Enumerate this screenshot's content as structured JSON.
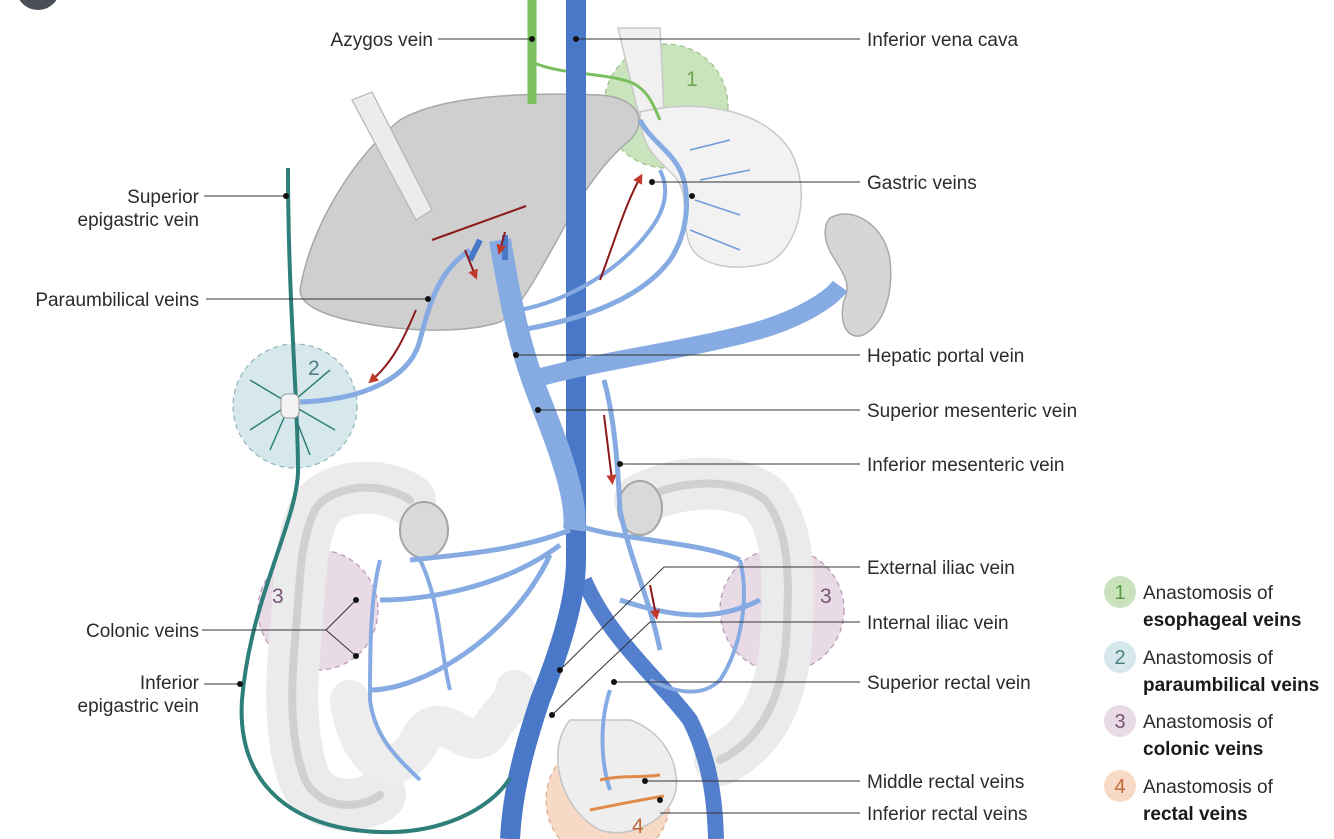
{
  "colors": {
    "vein_dark": "#4a78c9",
    "vein_light": "#86abe3",
    "vein_outline": "#3b66b8",
    "esophageal_zone": "#c9e4bd",
    "paraumbilical_zone": "#d6e8ec",
    "colonic_zone": "#e8dbe6",
    "rectal_zone": "#f7d9c6",
    "flow_arrow": "#8b1a1a",
    "epigastric_vein": "#2e7f7a",
    "azygos_vein": "#7cbf5f",
    "organ_fill": "#d2d2d2",
    "intestine_fill": "#f1f1f1",
    "leader_line": "#333333"
  },
  "labels": {
    "azygos": "Azygos vein",
    "ivc": "Inferior vena cava",
    "superior_epigastric_1": "Superior",
    "superior_epigastric_2": "epigastric vein",
    "gastric": "Gastric veins",
    "paraumbilical": "Paraumbilical veins",
    "hepatic_portal": "Hepatic portal vein",
    "superior_mesenteric": "Superior mesenteric vein",
    "inferior_mesenteric": "Inferior mesenteric vein",
    "external_iliac": "External iliac vein",
    "internal_iliac": "Internal iliac vein",
    "colonic": "Colonic veins",
    "superior_rectal": "Superior rectal vein",
    "inferior_epigastric_1": "Inferior",
    "inferior_epigastric_2": "epigastric vein",
    "middle_rectal": "Middle rectal veins",
    "inferior_rectal": "Inferior rectal veins"
  },
  "zones": {
    "z1": "1",
    "z2": "2",
    "z3_left": "3",
    "z3_right": "3",
    "z4": "4"
  },
  "legend": [
    {
      "num": "1",
      "line1": "Anastomosis of",
      "line2": "esophageal veins",
      "color": "#c9e4bd",
      "num_color": "#5f9a45"
    },
    {
      "num": "2",
      "line1": "Anastomosis of",
      "line2": "paraumbilical veins",
      "color": "#d6e8ec",
      "num_color": "#4d7f86"
    },
    {
      "num": "3",
      "line1": "Anastomosis of",
      "line2": "colonic veins",
      "color": "#e8dbe6",
      "num_color": "#7a5474"
    },
    {
      "num": "4",
      "line1": "Anastomosis of",
      "line2": "rectal veins",
      "color": "#f7d9c6",
      "num_color": "#c06a3a"
    }
  ]
}
